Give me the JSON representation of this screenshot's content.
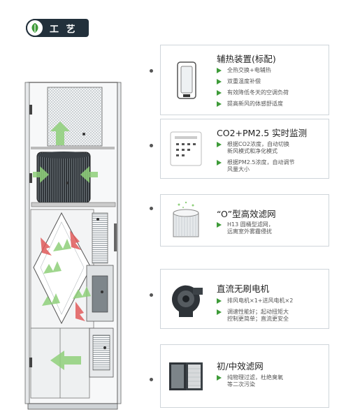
{
  "header": {
    "title": "工 艺"
  },
  "features": [
    {
      "title": "辅热装置(标配)",
      "items": [
        [
          "全热交换+电辅热"
        ],
        [
          "双重温度补偿"
        ],
        [
          "有效降低冬天的空调负荷"
        ],
        [
          "提高新风的体感舒适度"
        ]
      ]
    },
    {
      "title": "CO2+PM2.5 实时监测",
      "items": [
        [
          "根据CO2浓度，自动切换",
          "新风模式和净化模式"
        ],
        [
          "根据PM2.5浓度，自动调节",
          "风量大小"
        ]
      ]
    },
    {
      "title": "“O”型高效滤网",
      "items": [
        [
          "H13 圆桶型滤网，",
          "远离室外雾霾侵扰"
        ]
      ]
    },
    {
      "title": "直流无刷电机",
      "items": [
        [
          "排风电机×1+送风电机×2"
        ],
        [
          "调速性能好；起动扭矩大",
          "控制更简单；直流更安全"
        ]
      ]
    },
    {
      "title": "初/中效滤网",
      "items": [
        [
          "纯物理过滤，杜绝臭氧",
          "等二次污染"
        ]
      ]
    }
  ],
  "colors": {
    "accent_green": "#3e9b38",
    "badge_dark": "#22303b",
    "exhaust_red": "#e05a5a"
  },
  "icons": [
    "leaf-logo-icon",
    "green-arrow-bullet-icon",
    "airflow-arrow-icon"
  ]
}
